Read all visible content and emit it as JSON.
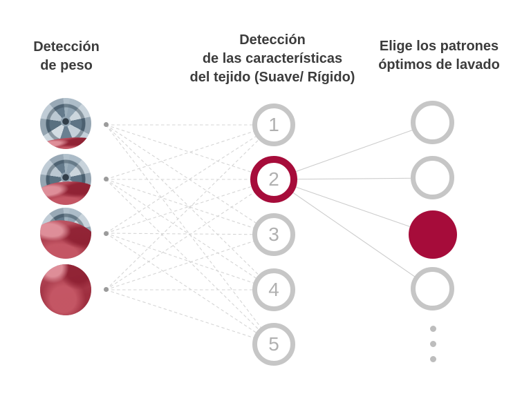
{
  "headings": {
    "input": [
      "Detección",
      "de peso"
    ],
    "hidden": [
      "Detección",
      "de las características",
      "del tejido (Suave/ Rígido)"
    ],
    "output": [
      "Elige los patrones",
      "óptimos de lavado"
    ]
  },
  "input_column": {
    "nodes": [
      {
        "icon": "washer-drum-light-load-icon"
      },
      {
        "icon": "washer-drum-medium-load-icon"
      },
      {
        "icon": "washer-drum-heavy-load-icon"
      },
      {
        "icon": "washer-drum-full-load-icon"
      }
    ]
  },
  "hidden_column": {
    "nodes": [
      {
        "label": "1",
        "active": false
      },
      {
        "label": "2",
        "active": true
      },
      {
        "label": "3",
        "active": false
      },
      {
        "label": "4",
        "active": false
      },
      {
        "label": "5",
        "active": false
      }
    ]
  },
  "output_column": {
    "nodes": [
      {
        "active": false
      },
      {
        "active": false
      },
      {
        "active": true
      },
      {
        "active": false
      }
    ],
    "more_dots": 3
  },
  "colors": {
    "accent_red": "#a60c3a",
    "ring_gray": "#c6c6c6",
    "number_gray": "#b0b0b0",
    "heading_text": "#3c3c3c",
    "dashed_line": "#d5d5d5",
    "solid_line": "#cccccc",
    "connector_dot": "#9b9b9b",
    "ellipsis_dot": "#bdbdbd"
  }
}
